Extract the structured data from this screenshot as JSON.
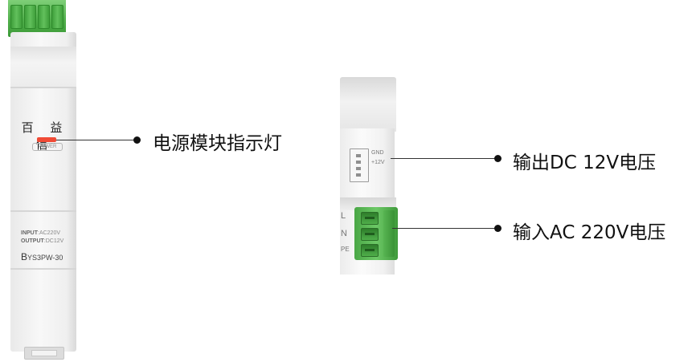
{
  "front_module": {
    "brand": "百 益 信",
    "led_label": "POWER",
    "led_color": "#f04b36",
    "input_label": "INPUT",
    "input_value": ":AC220V",
    "output_label": "OUTPUT",
    "output_value": ":DC12V",
    "model_prefix": "B",
    "model_rest": "YS3PW-30"
  },
  "side_module": {
    "jack_labels": [
      "GND",
      "+12V"
    ],
    "terminal_labels": [
      "L",
      "N",
      "PE"
    ],
    "terminal_color": "#4fae4a"
  },
  "callouts": [
    {
      "id": "indicator",
      "text": "电源模块指示灯"
    },
    {
      "id": "output",
      "text": "输出DC 12V电压"
    },
    {
      "id": "input",
      "text": "输入AC 220V电压"
    }
  ]
}
